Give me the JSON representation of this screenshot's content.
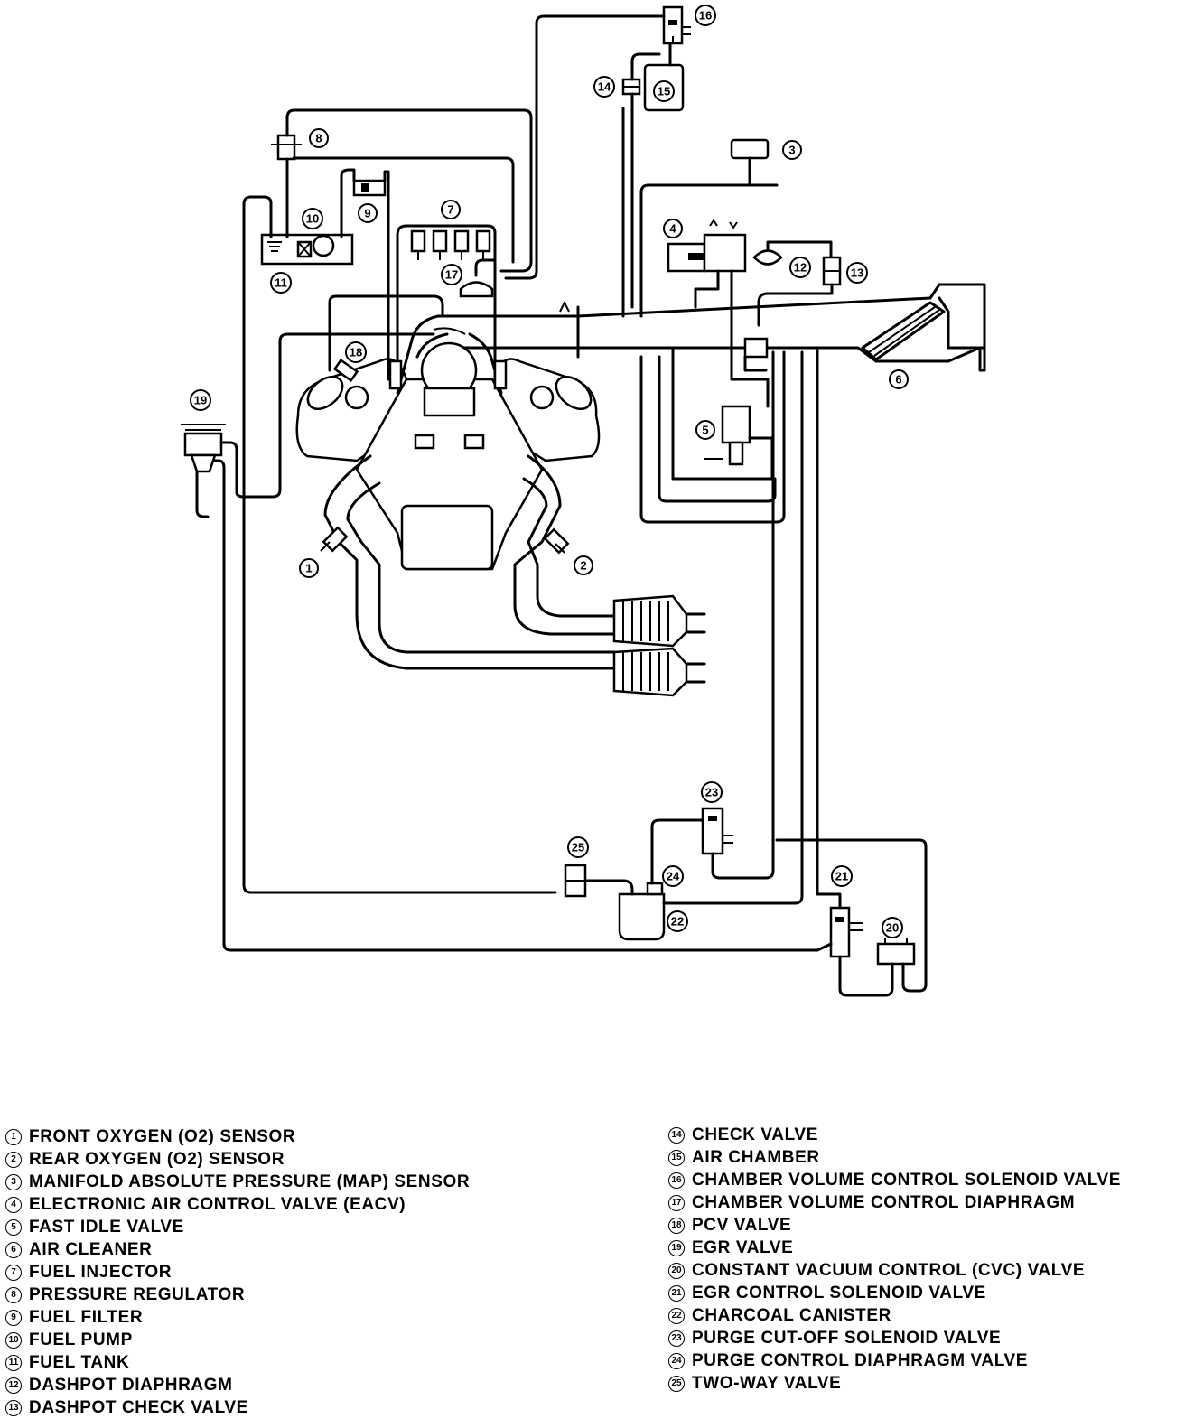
{
  "legend": [
    {
      "num": "1",
      "label": "FRONT OXYGEN (O2) SENSOR"
    },
    {
      "num": "2",
      "label": "REAR OXYGEN (O2) SENSOR"
    },
    {
      "num": "3",
      "label": "MANIFOLD ABSOLUTE PRESSURE (MAP) SENSOR"
    },
    {
      "num": "4",
      "label": "ELECTRONIC AIR CONTROL VALVE (EACV)"
    },
    {
      "num": "5",
      "label": "FAST IDLE VALVE"
    },
    {
      "num": "6",
      "label": "AIR CLEANER"
    },
    {
      "num": "7",
      "label": "FUEL INJECTOR"
    },
    {
      "num": "8",
      "label": "PRESSURE REGULATOR"
    },
    {
      "num": "9",
      "label": "FUEL FILTER"
    },
    {
      "num": "10",
      "label": "FUEL PUMP"
    },
    {
      "num": "11",
      "label": "FUEL TANK"
    },
    {
      "num": "12",
      "label": "DASHPOT DIAPHRAGM"
    },
    {
      "num": "13",
      "label": "DASHPOT CHECK VALVE"
    },
    {
      "num": "14",
      "label": "CHECK VALVE"
    },
    {
      "num": "15",
      "label": "AIR CHAMBER"
    },
    {
      "num": "16",
      "label": "CHAMBER VOLUME CONTROL SOLENOID VALVE"
    },
    {
      "num": "17",
      "label": "CHAMBER VOLUME CONTROL DIAPHRAGM"
    },
    {
      "num": "18",
      "label": "PCV VALVE"
    },
    {
      "num": "19",
      "label": "EGR VALVE"
    },
    {
      "num": "20",
      "label": "CONSTANT VACUUM CONTROL (CVC) VALVE"
    },
    {
      "num": "21",
      "label": "EGR CONTROL SOLENOID VALVE"
    },
    {
      "num": "22",
      "label": "CHARCOAL CANISTER"
    },
    {
      "num": "23",
      "label": "PURGE CUT-OFF SOLENOID VALVE"
    },
    {
      "num": "24",
      "label": "PURGE CONTROL DIAPHRAGM VALVE"
    },
    {
      "num": "25",
      "label": "TWO-WAY VALVE"
    }
  ]
}
